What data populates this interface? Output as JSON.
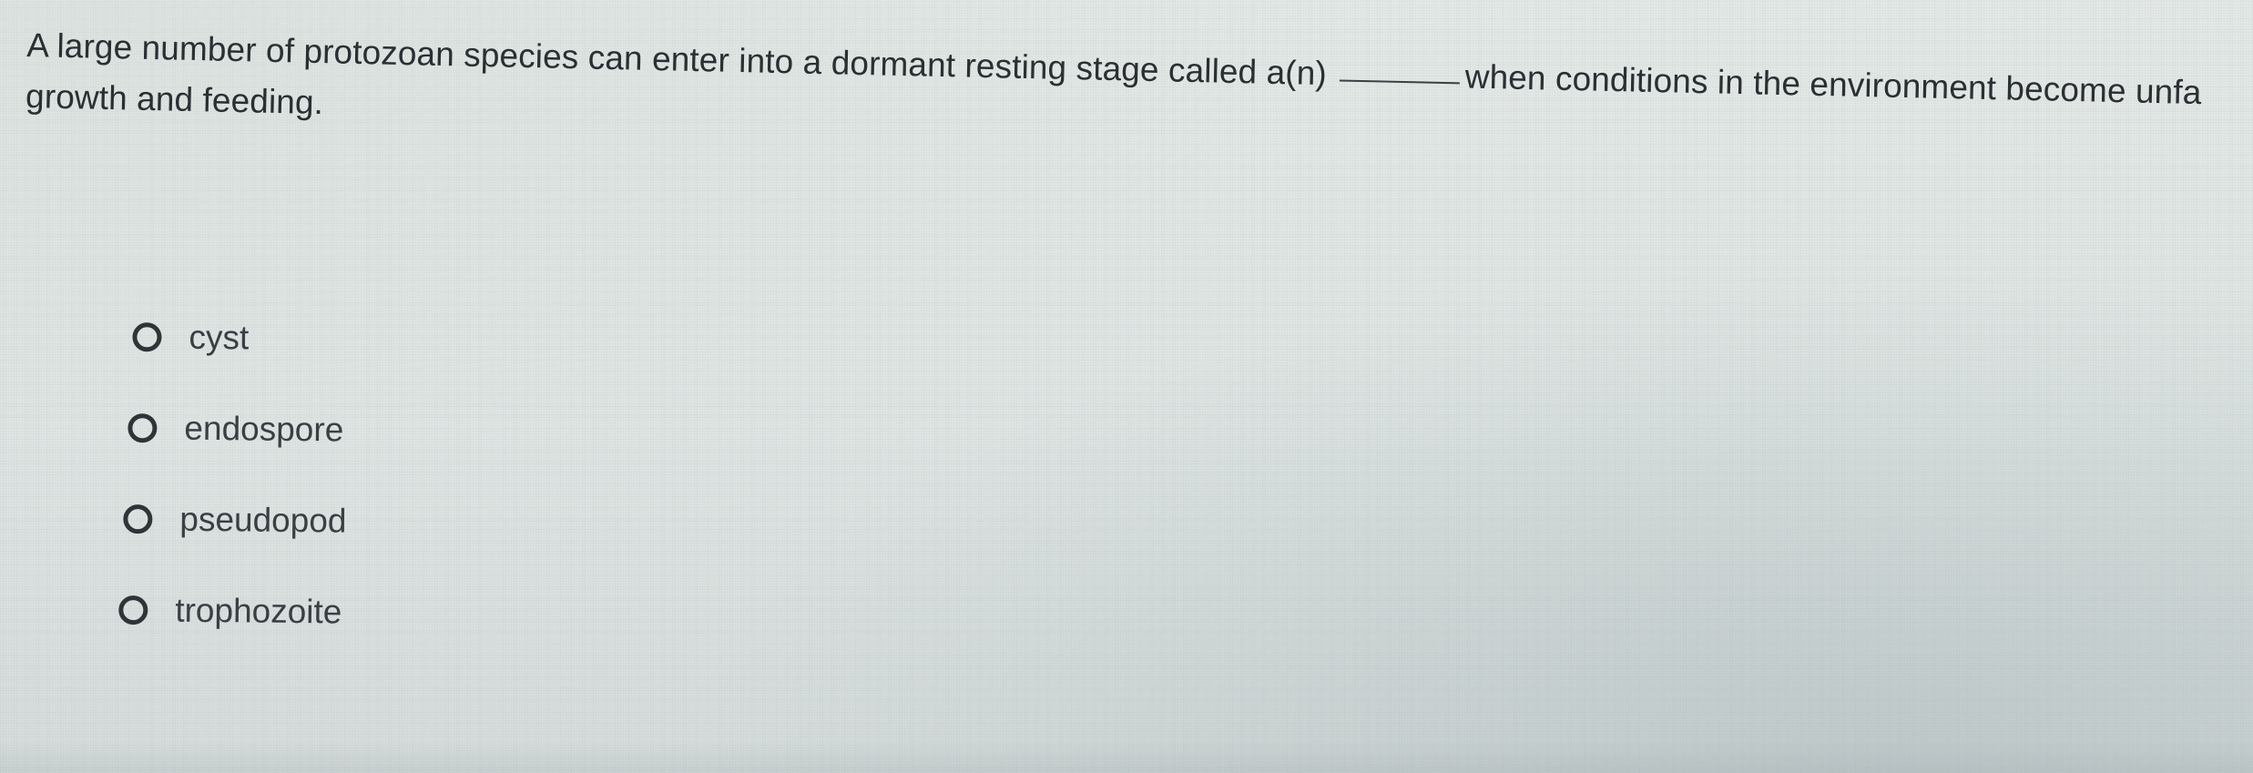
{
  "question": {
    "line1_before_blank": "A large number of protozoan species can enter into a dormant resting stage called a(n)",
    "line1_after_blank": "when conditions in the environment become unfa",
    "line2": "growth and feeding."
  },
  "options": [
    {
      "label": "cyst",
      "selected": false
    },
    {
      "label": "endospore",
      "selected": false
    },
    {
      "label": "pseudopod",
      "selected": false
    },
    {
      "label": "trophozoite",
      "selected": false
    }
  ]
}
